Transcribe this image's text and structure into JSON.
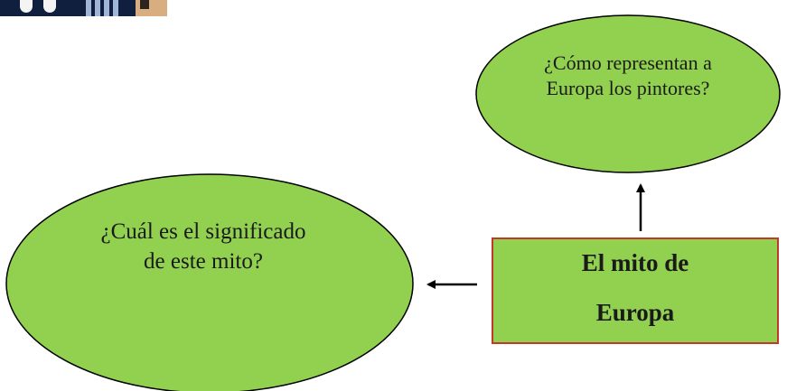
{
  "nodes": {
    "painters": {
      "line1": "¿Cómo representan a",
      "line2": "Europa los pintores?"
    },
    "meaning": {
      "line1": "¿Cuál es el significado",
      "line2": "de este mito?"
    },
    "main": {
      "line1": "El mito de",
      "line2": "Europa"
    }
  },
  "colors": {
    "ellipse_fill": "#92d050",
    "box_fill": "#92d050",
    "box_border": "#c0392b",
    "arrow": "#000000"
  }
}
